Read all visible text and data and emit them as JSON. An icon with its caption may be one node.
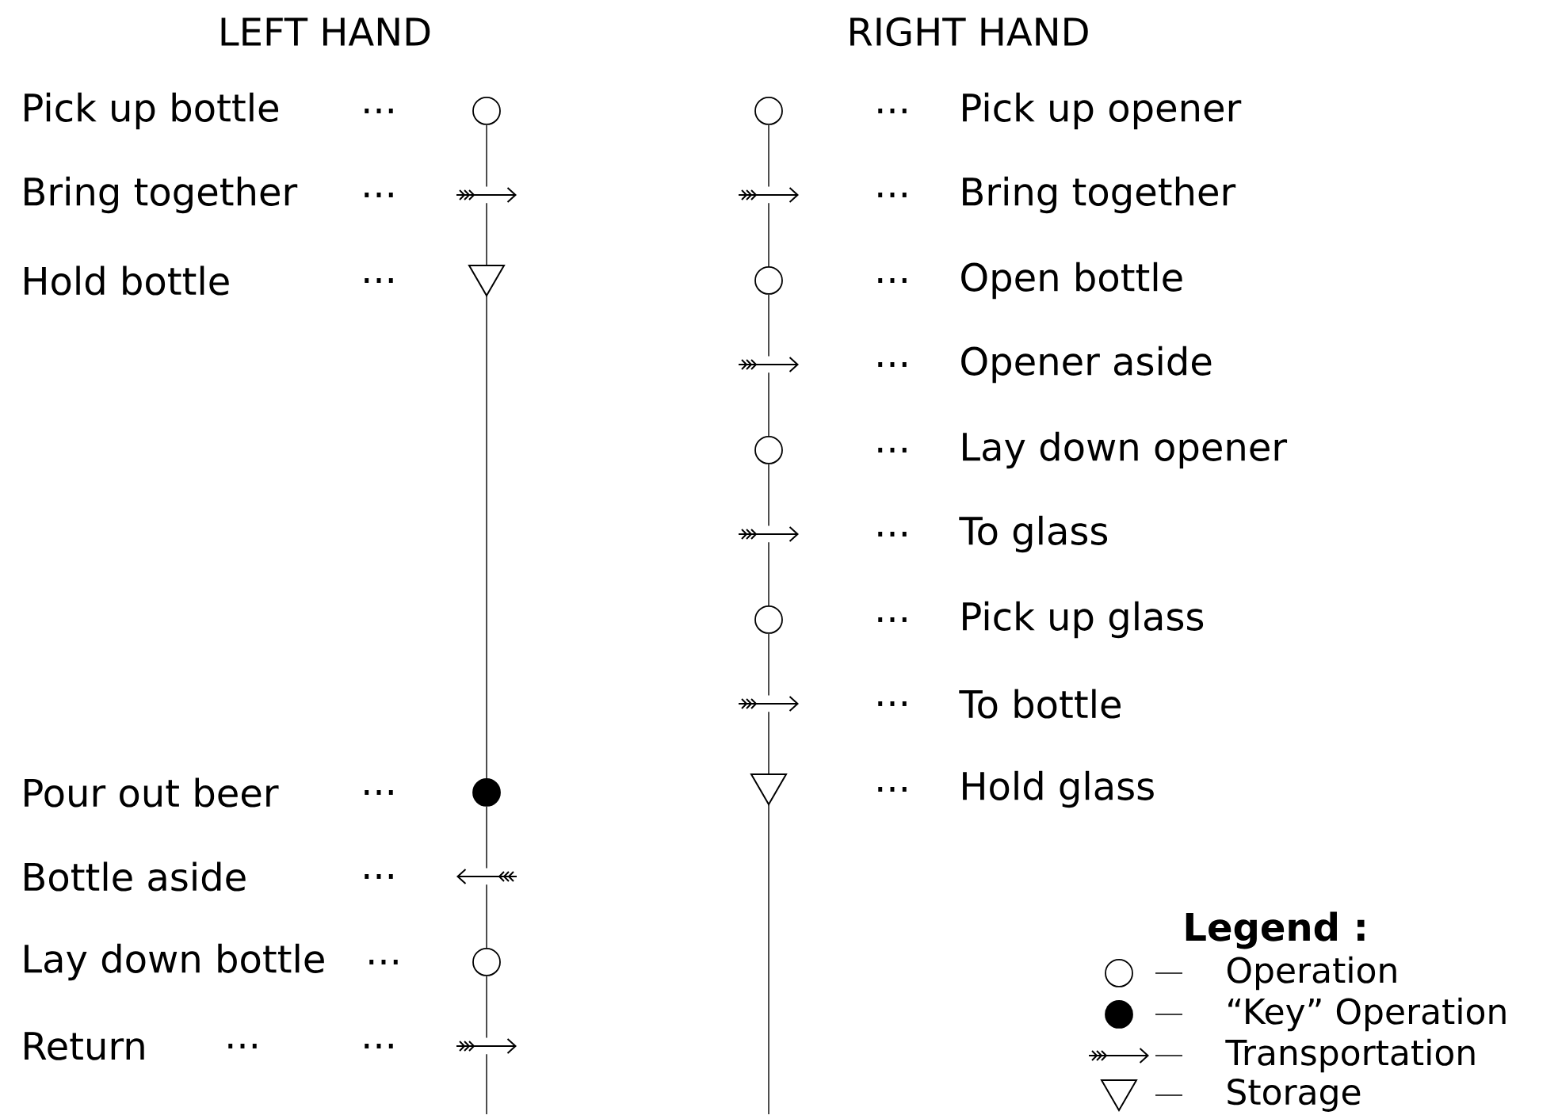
{
  "diagram": {
    "nodes": [
      {
        "text": [],
        "shape": "circle",
        "beside": [
          "..."
        ]
      },
      {
        "text": [],
        "shape": "arrow",
        "beside": [
          "..."
        ]
      },
      {
        "text": [],
        "shape": "triangle",
        "beside": [
          "..."
        ]
      },
      {
        "text": [],
        "shape": "dot",
        "beside": [
          "..."
        ]
      },
      {
        "text": [],
        "shape": "left-arrow",
        "beside": [
          "..."
        ]
      },
      {
        "text": [],
        "shape": "circle",
        "beside": [
          "..."
        ]
      },
      {
        "text": [],
        "shape": "arrow",
        "beside": [
          "..."
        ]
      },
      {
        "text": [],
        "shape": "circle",
        "beside": [
          "...",
          "Pick up opener"
        ]
      },
      {
        "text": [],
        "shape": "arrow",
        "beside": [
          "...",
          "Bring together"
        ]
      },
      {
        "text": [],
        "shape": "circle",
        "beside": [
          "...",
          "Open bottle"
        ]
      },
      {
        "text": [],
        "shape": "arrow",
        "beside": [
          "...",
          "Opener aside"
        ]
      },
      {
        "text": [],
        "shape": "circle",
        "beside": [
          "...",
          "Lay down opener"
        ]
      },
      {
        "text": [],
        "shape": "arrow",
        "beside": [
          "...",
          "To glass"
        ]
      },
      {
        "text": [],
        "shape": "circle",
        "beside": [
          "...",
          "Pick up glass"
        ]
      },
      {
        "text": [],
        "shape": "arrow",
        "beside": [
          "...",
          "To bottle"
        ]
      },
      {
        "text": [],
        "shape": "triangle",
        "beside": [
          "...",
          "Hold glass"
        ]
      }
    ],
    "edges": [
      {
        "from": 0,
        "to": 1,
        "arrow": "none"
      },
      {
        "from": 1,
        "to": 2,
        "arrow": "none"
      },
      {
        "from": 2,
        "to": 3,
        "arrow": "none"
      },
      {
        "from": 3,
        "to": 4,
        "arrow": "none"
      },
      {
        "from": 4,
        "to": 5,
        "arrow": "none"
      },
      {
        "from": 5,
        "to": 6,
        "arrow": "none"
      },
      {
        "from": 6,
        "to": null,
        "arrow": "none"
      },
      {
        "from": 7,
        "to": 8,
        "arrow": "none"
      },
      {
        "from": 8,
        "to": 9,
        "arrow": "none"
      },
      {
        "from": 9,
        "to": 10,
        "arrow": "none"
      },
      {
        "from": 10,
        "to": 11,
        "arrow": "none"
      },
      {
        "from": 11,
        "to": 12,
        "arrow": "none"
      },
      {
        "from": 12,
        "to": 13,
        "arrow": "none"
      },
      {
        "from": 13,
        "to": 14,
        "arrow": "none"
      },
      {
        "from": 14,
        "to": 15,
        "arrow": "none"
      },
      {
        "from": 15,
        "to": null,
        "arrow": "none"
      }
    ],
    "labels": [
      "LEFT HAND",
      "RIGHT HAND",
      "Pick up bottle",
      "Bring together",
      "Hold bottle",
      "Pour out beer",
      "Bottle aside",
      "Lay down bottle",
      "Return",
      "...",
      "Legend :"
    ],
    "legend": [
      {
        "text": "Operation"
      },
      {
        "text": "“Key” Operation"
      },
      {
        "text": "Transportation"
      },
      {
        "text": "Storage"
      }
    ]
  }
}
